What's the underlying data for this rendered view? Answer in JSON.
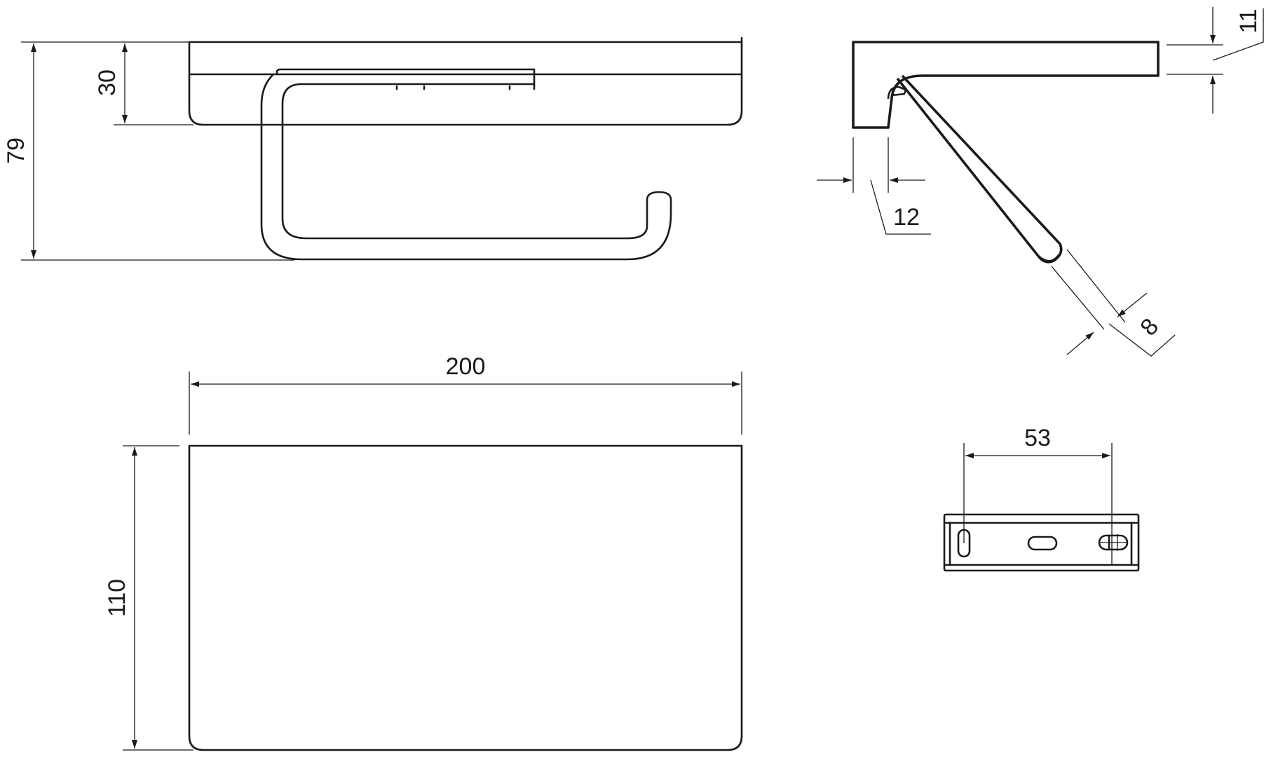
{
  "drawing": {
    "dimensions": {
      "overall_height": "79",
      "shelf_thickness": "30",
      "width": "200",
      "depth": "110",
      "bracket_thickness": "12",
      "plate_thickness": "11",
      "rod_diameter": "8",
      "hole_spacing": "53"
    },
    "colors": {
      "line": "#1a1a1a",
      "background": "#ffffff"
    }
  }
}
